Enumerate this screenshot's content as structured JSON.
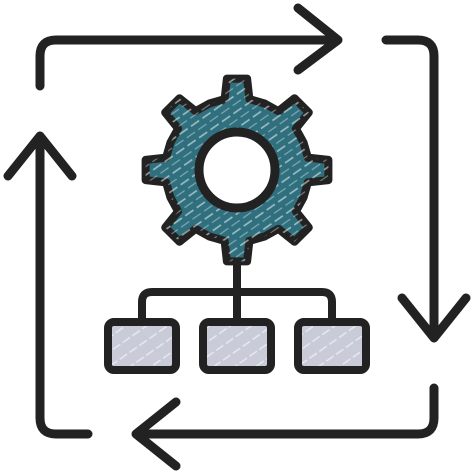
{
  "icon": {
    "name": "process-automation-icon",
    "style": "hand-drawn sketch",
    "colors": {
      "outline": "#222222",
      "gear_fill": "#2f6f7e",
      "gear_hatch": "#ffffff",
      "box_fill": "#c9ccd8",
      "background": "#ffffff"
    },
    "parts": {
      "arrows": [
        "arrow-top-right",
        "arrow-right-down",
        "arrow-bottom-left",
        "arrow-left-up"
      ],
      "gear": "gear-icon",
      "hierarchy_boxes": 3
    }
  }
}
